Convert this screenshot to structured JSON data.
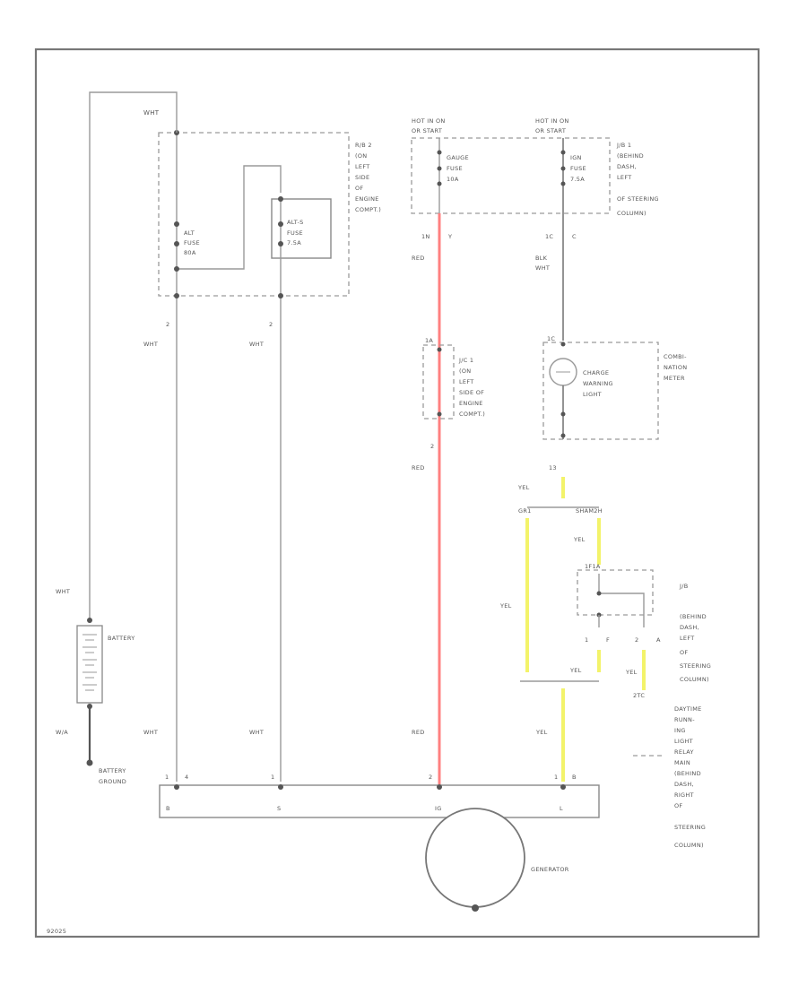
{
  "colors": {
    "wire_red": "#ff8080",
    "wire_yellow": "#f3f36a",
    "wire_gray": "#9a9a9a",
    "border": "#777777"
  },
  "fusebox_left": {
    "label_lines": [
      "R/B 2",
      "(ON",
      "LEFT",
      "SIDE",
      "OF",
      "ENGINE",
      "COMPT.)"
    ],
    "alt_fuse": [
      "ALT",
      "FUSE",
      "80A"
    ],
    "altb_fuse": [
      "ALT-S",
      "FUSE",
      "7.5A"
    ],
    "wire_top": "WHT"
  },
  "gauge_fuse": {
    "hot_lines": [
      "HOT IN ON",
      "OR START"
    ],
    "fuse_lines": [
      "GAUGE",
      "FUSE",
      "10A"
    ],
    "pins": [
      "1N",
      "Y"
    ],
    "wire": "RED"
  },
  "ign_fuse": {
    "hot_lines": [
      "HOT IN ON",
      "OR START"
    ],
    "fuse_lines": [
      "IGN",
      "FUSE",
      "7.5A"
    ],
    "jb_lines": [
      "J/B 1",
      "(BEHIND",
      "DASH,",
      "LEFT",
      "OF STEERING",
      "COLUMN)"
    ],
    "pins": [
      "1C",
      "C"
    ],
    "wire_lines": [
      "BLK",
      "WHT"
    ]
  },
  "jc1": {
    "label_lines": [
      "J/C 1",
      "(ON",
      "LEFT",
      "SIDE OF",
      "ENGINE",
      "COMPT.)"
    ],
    "pin_top": "1A",
    "pin_bottom": "2",
    "wire": "RED"
  },
  "meter": {
    "pin_top": "1C",
    "lamp_lines": [
      "CHARGE",
      "WARNING",
      "LIGHT"
    ],
    "label_lines": [
      "COMBI-",
      "NATION",
      "METER"
    ],
    "pin_bottom": "13",
    "wire": "YEL"
  },
  "splice": {
    "left": "GR1",
    "right": "SHAM2H",
    "wire": "YEL"
  },
  "jb_right": {
    "pin_top": "1F1A",
    "label_lines": [
      "J/B",
      "(BEHIND",
      "DASH,",
      "LEFT",
      "OF",
      "STEERING",
      "COLUMN)"
    ],
    "pins": [
      "1",
      "F",
      "2",
      "A"
    ],
    "wire_left": "YEL",
    "wire_right": "YEL",
    "wire_mid": "YEL"
  },
  "drl": {
    "pin": "2TC",
    "label_lines": [
      "DAYTIME",
      "RUNN-",
      "ING",
      "LIGHT",
      "RELAY",
      "MAIN",
      "(BEHIND",
      "DASH,",
      "RIGHT",
      "OF",
      "STEERING",
      "COLUMN)"
    ]
  },
  "battery": {
    "label": "BATTERY",
    "wire_top": "WHT",
    "wire_bottom": "W/A",
    "ground_lines": [
      "BATTERY",
      "GROUND"
    ]
  },
  "left_wires": {
    "pin_a": "2",
    "pin_b": "2",
    "wire_a": "WHT",
    "wire_b": "WHT",
    "wire_a_low": "WHT",
    "wire_b_low": "WHT"
  },
  "bottom_wires": {
    "red": "RED",
    "yel": "YEL"
  },
  "generator": {
    "label": "GENERATOR",
    "pins_top": [
      "1",
      "4",
      "1",
      "2",
      "1",
      "B"
    ],
    "terminals": [
      "B",
      "S",
      "IG",
      "L"
    ]
  },
  "footer": {
    "code": "92025"
  }
}
